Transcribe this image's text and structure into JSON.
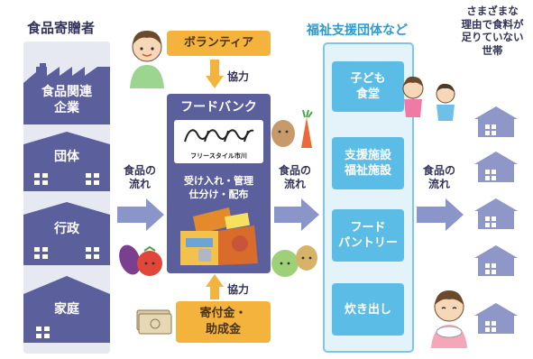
{
  "donors": {
    "title": "食品寄贈者",
    "items": [
      {
        "label_line1": "食品関連",
        "label_line2": "企業"
      },
      {
        "label_line1": "団体",
        "label_line2": ""
      },
      {
        "label_line1": "行政",
        "label_line2": ""
      },
      {
        "label_line1": "家庭",
        "label_line2": ""
      }
    ]
  },
  "flow_label": {
    "line1": "食品の",
    "line2": "流れ"
  },
  "volunteer": {
    "label": "ボランティア",
    "coop": "協力"
  },
  "foodbank": {
    "title": "フードバンク",
    "logo_text": "フリースタイル市川",
    "desc_line1": "受け入れ・管理",
    "desc_line2": "仕分け・配布"
  },
  "donation": {
    "line1": "寄付金・",
    "line2": "助成金",
    "coop": "協力"
  },
  "welfare": {
    "title": "福祉支援団体など",
    "items": [
      {
        "line1": "子ども",
        "line2": "食堂"
      },
      {
        "line1": "支援施設",
        "line2": "福祉施設"
      },
      {
        "line1": "フード",
        "line2": "パントリー"
      },
      {
        "line1": "炊き出し",
        "line2": ""
      }
    ]
  },
  "recipients": {
    "line1": "さまざまな",
    "line2": "理由で食料が",
    "line3": "足りていない",
    "line4": "世帯"
  },
  "colors": {
    "navy": "#5b5f9c",
    "orange": "#f3b33d",
    "sky": "#5bbde6",
    "arrow": "#8a95c9",
    "house": "#8e97c8"
  }
}
